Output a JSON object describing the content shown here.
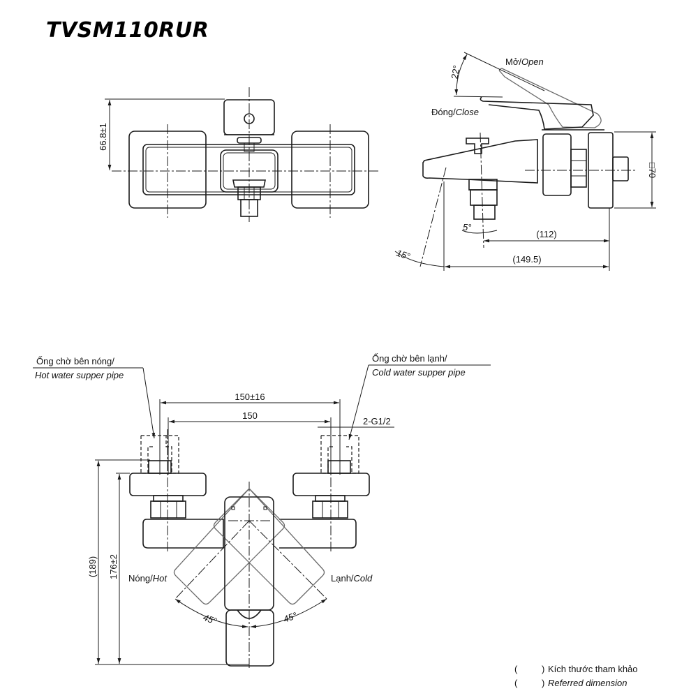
{
  "title": "TVSM110RUR",
  "side_view": {
    "open_label_vi": "Mở/",
    "open_label_en": "Open",
    "close_label_vi": "Đóng/",
    "close_label_en": "Close",
    "handle_angle": "22°",
    "spout_angle": "15°",
    "diverter_angle": "5°",
    "dim_112": "(112)",
    "dim_149_5": "(149.5)",
    "dim_square": "□70"
  },
  "top_view": {
    "dim_height": "66.8±1"
  },
  "front_view": {
    "hot_pipe_vi": "Ống chờ bên nóng/",
    "hot_pipe_en": "Hot water supper pipe",
    "cold_pipe_vi": "Ống chờ bên lạnh/",
    "cold_pipe_en": "Cold water supper pipe",
    "dim_150_16": "150±16",
    "dim_150": "150",
    "thread": "2-G1/2",
    "dim_189": "(189)",
    "dim_176": "176±2",
    "hot_label_vi": "Nóng/",
    "hot_label_en": "Hot",
    "cold_label_vi": "Lạnh/",
    "cold_label_en": "Cold",
    "angle_left": "45°",
    "angle_right": "45°"
  },
  "legend": {
    "line1_paren_open": "(",
    "line1_paren_close": ")",
    "line1_text": "Kích thước tham khảo",
    "line2_paren_open": "(",
    "line2_paren_close": ")",
    "line2_text": "Referred dimension"
  }
}
